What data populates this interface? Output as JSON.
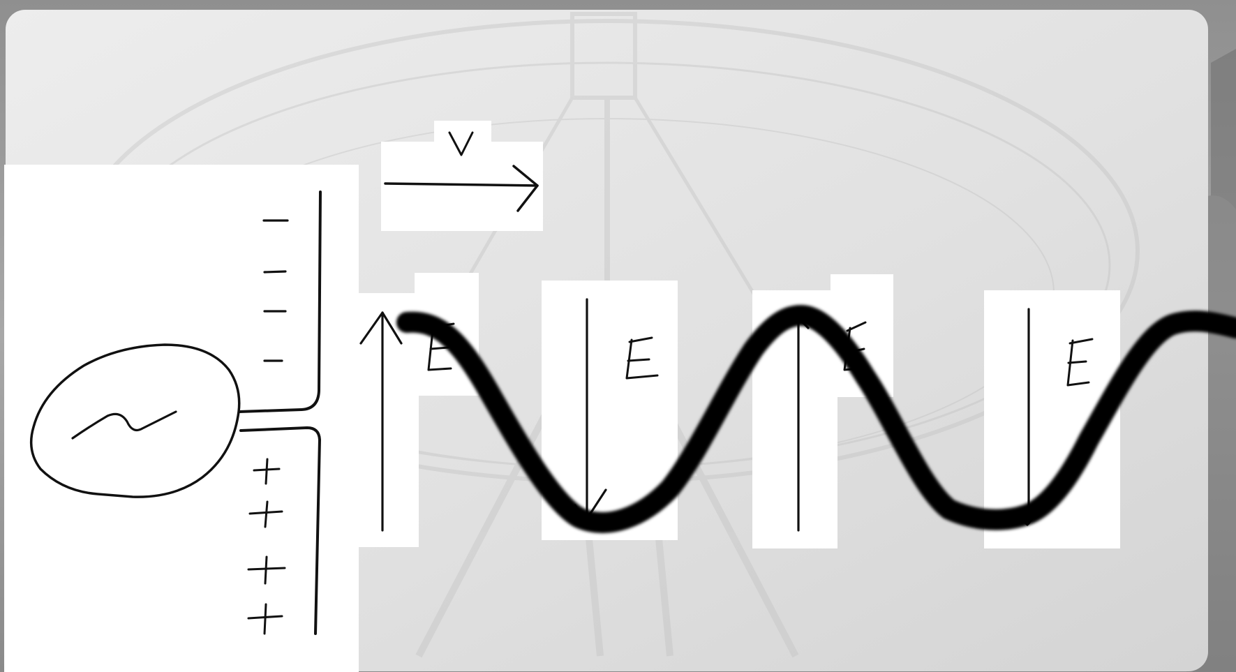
{
  "diagram": {
    "velocity_label": "V",
    "field_labels": [
      "E",
      "E",
      "E",
      "E"
    ],
    "negative_charge_symbols": [
      "−",
      "−",
      "−",
      "−"
    ],
    "positive_charge_symbols": [
      "+",
      "+",
      "+",
      "+"
    ],
    "source_symbol": "~",
    "colors": {
      "background_gray": "#9d9d9d",
      "panel_gray": "#e8e8e8",
      "paper": "#ffffff",
      "ink": "#111111",
      "wave": "#000000"
    },
    "icons": {
      "source": "ac-source-icon",
      "arrow_up": "arrow-up-icon",
      "arrow_down": "arrow-down-icon",
      "arrow_right": "arrow-right-icon"
    }
  }
}
